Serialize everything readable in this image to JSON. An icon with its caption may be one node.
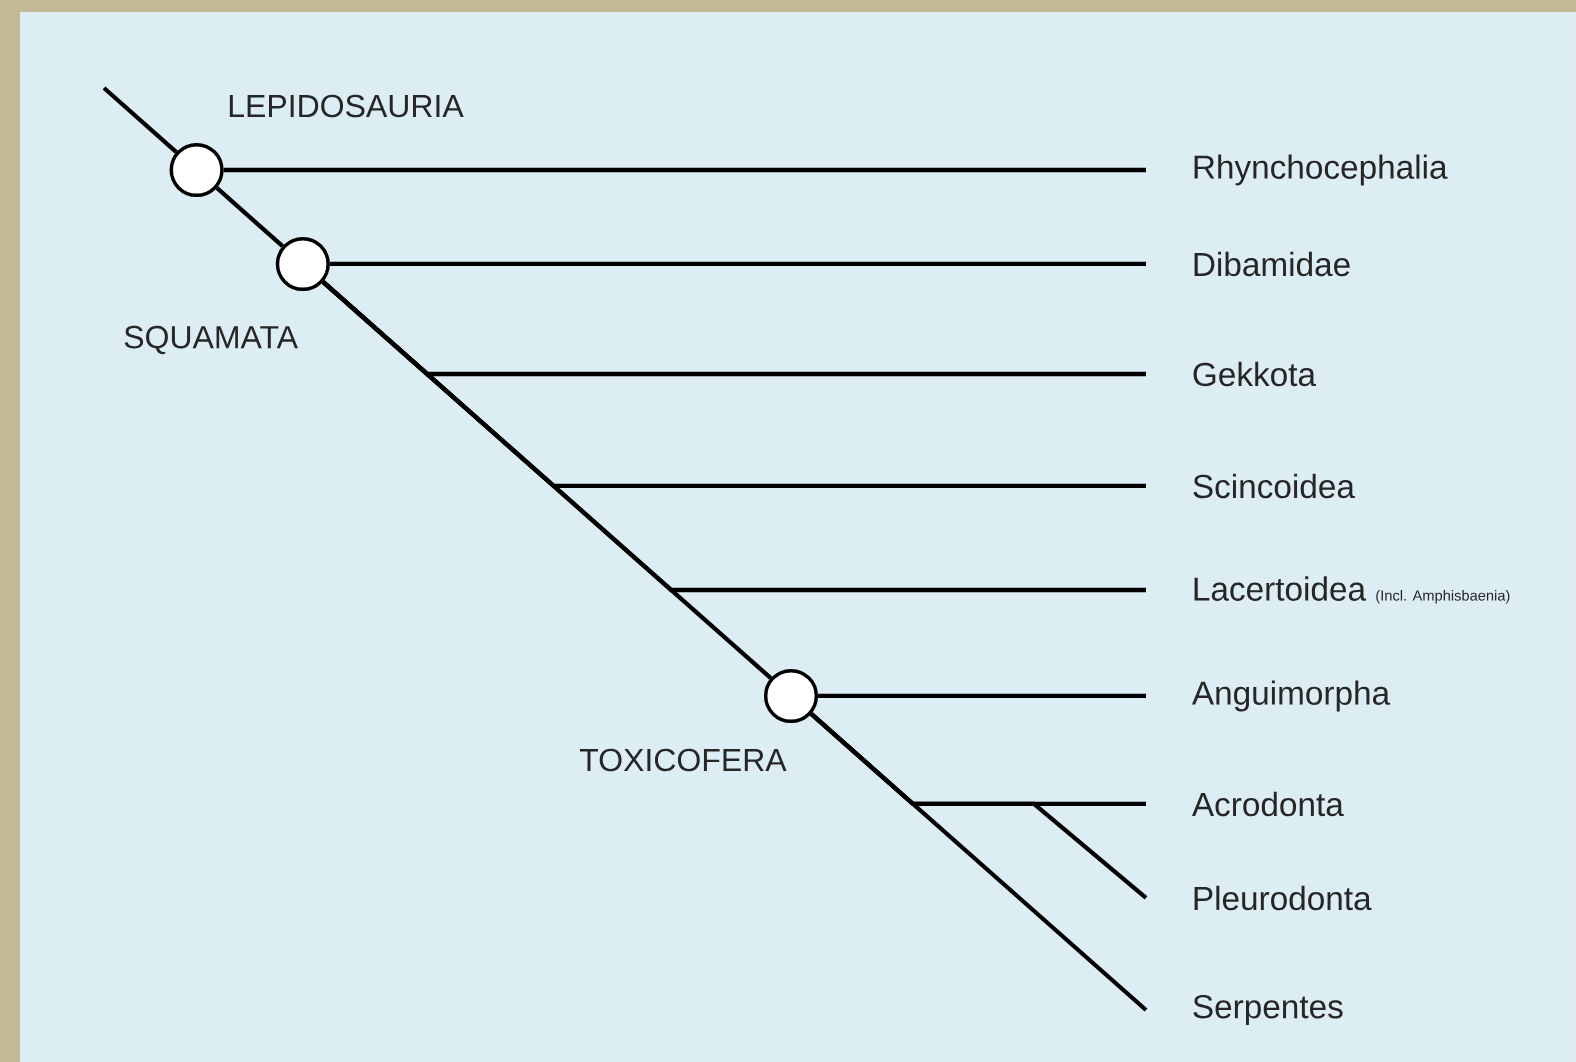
{
  "diagram": {
    "nodes": [
      {
        "text": [
          "LEPIDOSAURIA"
        ]
      },
      {
        "text": [
          "SQUAMATA"
        ]
      },
      {
        "text": [
          "TOXICOFERA"
        ]
      },
      {
        "text": [
          "Rhynchocephalia"
        ]
      },
      {
        "text": [
          "Dibamidae"
        ]
      },
      {
        "text": [
          "Gekkota"
        ]
      },
      {
        "text": [
          "Scincoidea"
        ]
      },
      {
        "text": [
          "Lacertoidea",
          "(Incl. Amphisbaenia)"
        ]
      },
      {
        "text": [
          "Anguimorpha"
        ]
      },
      {
        "text": [
          "Acrodonta"
        ]
      },
      {
        "text": [
          "Pleurodonta"
        ]
      },
      {
        "text": [
          "Serpentes"
        ]
      }
    ],
    "edges": [
      {
        "from": null,
        "to": 0,
        "arrow": "none"
      },
      {
        "from": 0,
        "to": 3,
        "arrow": "none"
      },
      {
        "from": 0,
        "to": 1,
        "arrow": "none"
      },
      {
        "from": 1,
        "to": 4,
        "arrow": "none"
      },
      {
        "from": 1,
        "to": 5,
        "arrow": "none"
      },
      {
        "from": 1,
        "to": 6,
        "arrow": "none"
      },
      {
        "from": 1,
        "to": 7,
        "arrow": "none"
      },
      {
        "from": 1,
        "to": 2,
        "arrow": "none"
      },
      {
        "from": 2,
        "to": 8,
        "arrow": "none"
      },
      {
        "from": 2,
        "to": 9,
        "arrow": "none"
      },
      {
        "from": 2,
        "to": 10,
        "arrow": "none"
      },
      {
        "from": 2,
        "to": 11,
        "arrow": "none"
      }
    ]
  }
}
